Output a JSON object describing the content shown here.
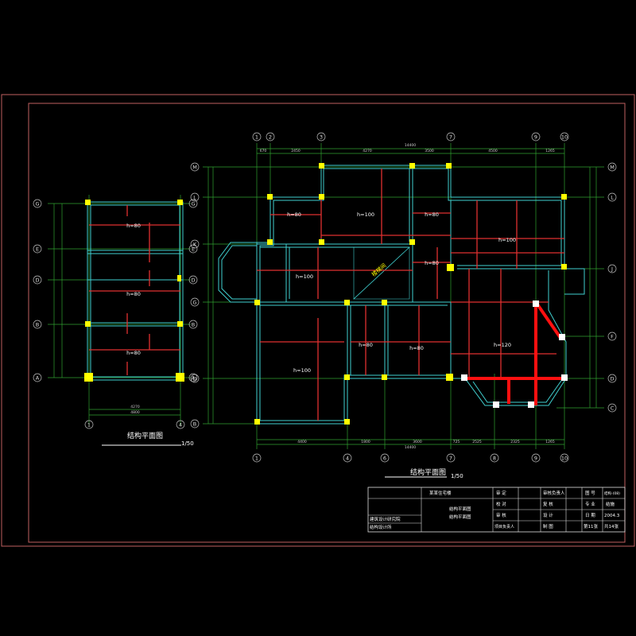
{
  "drawing": {
    "small_plan": {
      "title": "结构平面图",
      "scale": "1/50",
      "axis_rows": [
        "G",
        "E",
        "D",
        "B",
        "A"
      ],
      "axis_cols": [
        "1",
        "4"
      ],
      "dims_top": [
        "4270",
        "4800"
      ],
      "slab_labels": [
        "h=80",
        "h=80",
        "h=80"
      ]
    },
    "main_plan": {
      "title": "结构平面图",
      "scale": "1/50",
      "axis_cols_top": [
        "1",
        "2",
        "3",
        "7",
        "9",
        "10"
      ],
      "axis_cols_bottom": [
        "1",
        "4",
        "6",
        "7",
        "8",
        "9",
        "10"
      ],
      "axis_rows_left": [
        "M",
        "L",
        "K",
        "G",
        "D",
        "B"
      ],
      "axis_rows_right": [
        "M",
        "L",
        "J",
        "F",
        "D",
        "C"
      ],
      "dims_top": [
        "670",
        "2450",
        "4270",
        "3500",
        "4500",
        "1265"
      ],
      "dim_top_total": "14400",
      "dims_bottom": [
        "4400",
        "1800",
        "3600",
        "725",
        "2525",
        "2325",
        "1265"
      ],
      "dim_bottom_total": "14400",
      "slab_labels": [
        "h=80",
        "h=100",
        "h=80",
        "h=100",
        "h=80",
        "h=100",
        "h=100",
        "h=80",
        "h=80",
        "h=120"
      ],
      "stair_label": "楼梯间"
    },
    "title_block": {
      "project": "某某住宅楼",
      "r1": [
        "审 定",
        "",
        "审核负责人",
        "",
        "图 号",
        "结构-(08)"
      ],
      "r2": [
        "校 对",
        "",
        "复 核",
        "",
        "专 业",
        "结施"
      ],
      "r3": [
        "审 核",
        "",
        "设 计",
        "",
        "日 期",
        "2004.3"
      ],
      "r4": [
        "项目负责人",
        "",
        "制 图",
        "",
        "第11张",
        "共14张"
      ],
      "drawing_names": [
        "结构平面图",
        "结构平面图"
      ],
      "company": [
        "建筑设计研究院",
        "结构设计所"
      ]
    }
  }
}
